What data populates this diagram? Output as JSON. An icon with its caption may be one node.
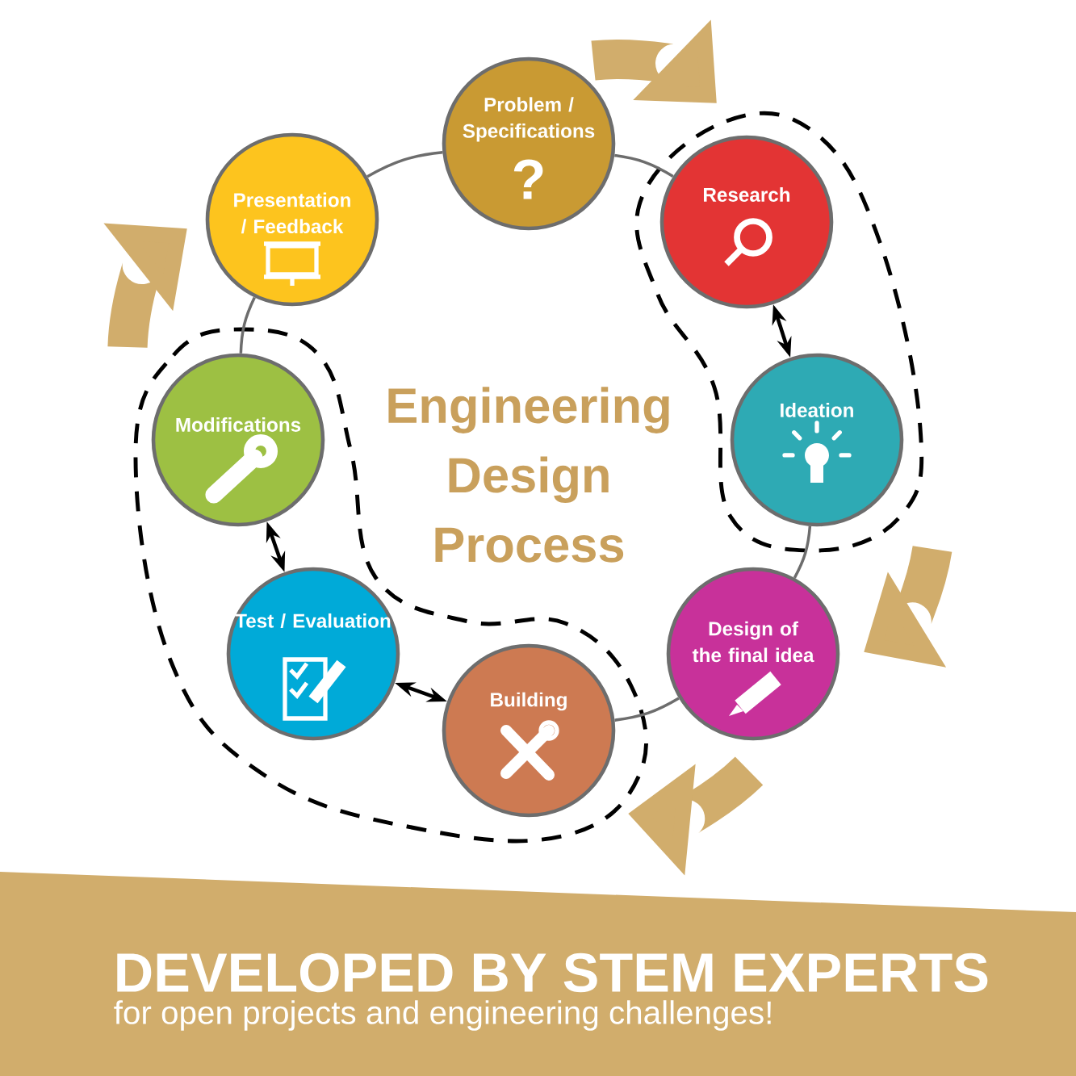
{
  "diagram": {
    "title": "Engineering Design Process",
    "nodes": [
      {
        "text": [
          "Problem / Specifications",
          "?"
        ]
      },
      {
        "text": [
          "Research"
        ]
      },
      {
        "text": [
          "Ideation"
        ]
      },
      {
        "text": [
          "Design of the final idea"
        ]
      },
      {
        "text": [
          "Building"
        ]
      },
      {
        "text": [
          "Test / Evaluation"
        ]
      },
      {
        "text": [
          "Modifications"
        ]
      },
      {
        "text": [
          "Presentation / Feedback"
        ]
      }
    ],
    "edges": [
      {
        "from": 0,
        "to": 1,
        "arrow": "none"
      },
      {
        "from": 1,
        "to": 2,
        "arrow": "both",
        "color": "#000000"
      },
      {
        "from": 2,
        "to": 3,
        "arrow": "none"
      },
      {
        "from": 3,
        "to": 4,
        "arrow": "none"
      },
      {
        "from": 4,
        "to": 5,
        "arrow": "both",
        "color": "#000000"
      },
      {
        "from": 5,
        "to": 6,
        "arrow": "both",
        "color": "#000000"
      },
      {
        "from": 6,
        "to": 7,
        "arrow": "none"
      },
      {
        "from": 7,
        "to": 0,
        "arrow": "none"
      }
    ],
    "labels": [
      "DEVELOPED BY STEM EXPERTS",
      "for open projects and engineering challenges!"
    ]
  }
}
